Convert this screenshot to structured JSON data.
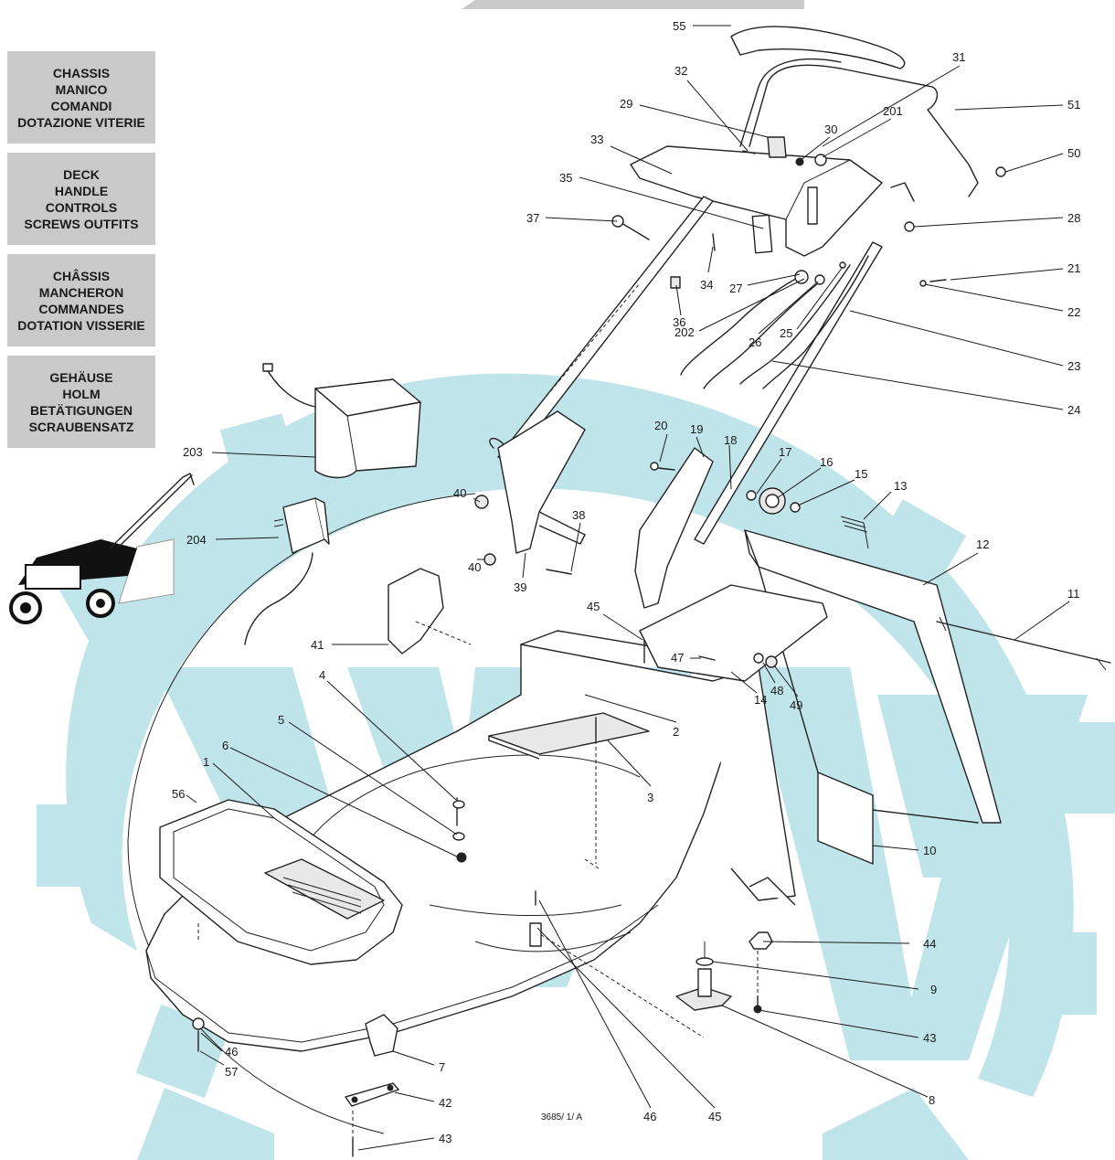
{
  "header_sections": [
    {
      "lines": [
        "CHASSIS",
        "MANICO",
        "COMANDI",
        "DOTAZIONE VITERIE"
      ]
    },
    {
      "lines": [
        "DECK",
        "HANDLE",
        "CONTROLS",
        "SCREWS OUTFITS"
      ]
    },
    {
      "lines": [
        "CHÂSSIS",
        "MANCHERON",
        "COMMANDES",
        "DOTATION VISSERIE"
      ]
    },
    {
      "lines": [
        "GEHÄUSE",
        "HOLM",
        "BETÄTIGUNGEN",
        "SCRAUBENSATZ"
      ]
    }
  ],
  "reference_code": "3685/ 1/ A",
  "callouts": {
    "c55": "55",
    "c31": "31",
    "c32": "32",
    "c29": "29",
    "c30": "30",
    "c201": "201",
    "c51": "51",
    "c33": "33",
    "c50": "50",
    "c35": "35",
    "c37": "37",
    "c28": "28",
    "c34": "34",
    "c21": "21",
    "c27": "27",
    "c36": "36",
    "c22": "22",
    "c202": "202",
    "c26": "26",
    "c25": "25",
    "c23": "23",
    "c24": "24",
    "c203": "203",
    "c20": "20",
    "c19": "19",
    "c18": "18",
    "c17": "17",
    "c16": "16",
    "c15": "15",
    "c13": "13",
    "c40a": "40",
    "c38": "38",
    "c204": "204",
    "c40b": "40",
    "c39": "39",
    "c12": "12",
    "c11": "11",
    "c45a": "45",
    "c41": "41",
    "c47": "47",
    "c14": "14",
    "c48": "48",
    "c49": "49",
    "c4": "4",
    "c2": "2",
    "c5": "5",
    "c1": "1",
    "c6": "6",
    "c3": "3",
    "c56": "56",
    "c10": "10",
    "c44": "44",
    "c9": "9",
    "c46a": "46",
    "c43a": "43",
    "c57": "57",
    "c7": "7",
    "c8": "8",
    "c42": "42",
    "c46b": "46",
    "c45b": "45",
    "c43b": "43"
  },
  "colors": {
    "watermark": "#bfe4ea",
    "label_background": "#c9c9c9",
    "line": "#222222"
  }
}
